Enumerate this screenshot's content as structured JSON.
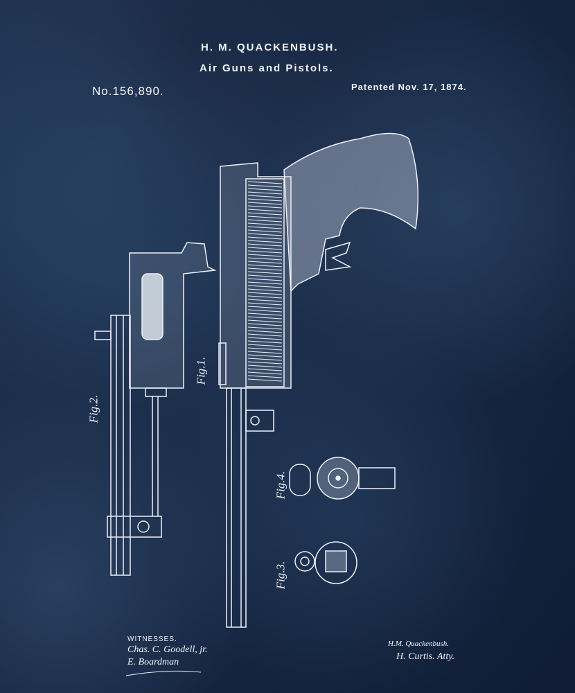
{
  "header": {
    "inventor": "H. M. QUACKENBUSH.",
    "title": "Air Guns and Pistols.",
    "patent_number": "No.156,890.",
    "patent_date": "Patented Nov. 17, 1874."
  },
  "figures": {
    "fig1": "Fig.1.",
    "fig2": "Fig.2.",
    "fig3": "Fig.3.",
    "fig4": "Fig.4."
  },
  "footer": {
    "witnesses_label": "WITNESSES.",
    "witness_1": "Chas. C. Goodell, jr.",
    "witness_2": "E. Boardman",
    "inventor_signature": "H.M. Quackenbush.",
    "attorney_signature": "H. Curtis. Atty."
  },
  "colors": {
    "background": "#1c2f4c",
    "ink": "#f2f5fa"
  }
}
